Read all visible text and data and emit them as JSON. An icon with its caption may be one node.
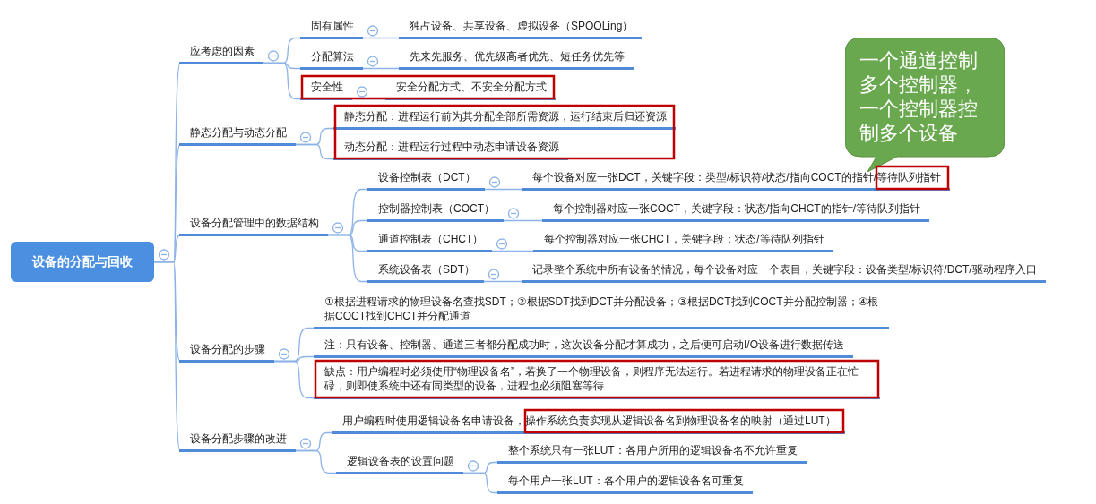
{
  "diagram": {
    "nodes": [
      {
        "text": [
          "设备的分配与回收"
        ]
      },
      {
        "text": [
          "应考虑的因素"
        ]
      },
      {
        "text": [
          "固有属性"
        ]
      },
      {
        "text": [
          "独占设备、共享设备、虚拟设备（SPOOLing）"
        ]
      },
      {
        "text": [
          "分配算法"
        ]
      },
      {
        "text": [
          "先来先服务、优先级高者优先、短任务优先等"
        ]
      },
      {
        "text": [
          "安全性"
        ]
      },
      {
        "text": [
          "安全分配方式、不安全分配方式"
        ]
      },
      {
        "text": [
          "静态分配与动态分配"
        ]
      },
      {
        "text": [
          "静态分配：进程运行前为其分配全部所需资源，运行结束后归还资源"
        ]
      },
      {
        "text": [
          "动态分配：进程运行过程中动态申请设备资源"
        ]
      },
      {
        "text": [
          "设备分配管理中的数据结构"
        ]
      },
      {
        "text": [
          "设备控制表（DCT）"
        ]
      },
      {
        "text": [
          "每个设备对应一张DCT，关键字段：类型/标识符/状态/指向COCT的指针/等待队列指针"
        ]
      },
      {
        "text": [
          "控制器控制表（COCT）"
        ]
      },
      {
        "text": [
          "每个控制器对应一张COCT，关键字段：状态/指向CHCT的指针/等待队列指针"
        ]
      },
      {
        "text": [
          "通道控制表（CHCT）"
        ]
      },
      {
        "text": [
          "每个控制器对应一张CHCT，关键字段：状态/等待队列指针"
        ]
      },
      {
        "text": [
          "系统设备表（SDT）"
        ]
      },
      {
        "text": [
          "记录整个系统中所有设备的情况，每个设备对应一个表目，关键字段：设备类型/标识符/DCT/驱动程序入口"
        ]
      },
      {
        "text": [
          "设备分配的步骤"
        ]
      },
      {
        "text": [
          "①根据进程请求的物理设备名查找SDT；②根据SDT找到DCT并分配设备；③根据DCT找到COCT并分配控制器；④根据COCT找到CHCT并分配通道"
        ]
      },
      {
        "text": [
          "注：只有设备、控制器、通道三者都分配成功时，这次设备分配才算成功，之后便可启动I/O设备进行数据传送"
        ]
      },
      {
        "text": [
          "缺点：用户编程时必须使用“物理设备名”，若换了一个物理设备，则程序无法运行。若进程请求的物理设备正在忙碌，则即使系统中还有同类型的设备，进程也必须阻塞等待"
        ]
      },
      {
        "text": [
          "设备分配步骤的改进"
        ]
      },
      {
        "text": [
          "用户编程时使用逻辑设备名申请设备，操作系统负责实现从逻辑设备名到物理设备名的映射（通过LUT）"
        ]
      },
      {
        "text": [
          "逻辑设备表的设置问题"
        ]
      },
      {
        "text": [
          "整个系统只有一张LUT：各用户所用的逻辑设备名不允许重复"
        ]
      },
      {
        "text": [
          "每个用户一张LUT：各个用户的逻辑设备名可重复"
        ]
      },
      {
        "text": [
          "一个通道控制多个控制器，一个控制器控制多个设备"
        ]
      }
    ],
    "edges": [
      {
        "from": 0,
        "to": 1,
        "arrow": "none"
      },
      {
        "from": 0,
        "to": 8,
        "arrow": "none"
      },
      {
        "from": 0,
        "to": 11,
        "arrow": "none"
      },
      {
        "from": 0,
        "to": 20,
        "arrow": "none"
      },
      {
        "from": 0,
        "to": 24,
        "arrow": "none"
      },
      {
        "from": 1,
        "to": 2,
        "arrow": "none"
      },
      {
        "from": 1,
        "to": 4,
        "arrow": "none"
      },
      {
        "from": 1,
        "to": 6,
        "arrow": "none"
      },
      {
        "from": 2,
        "to": 3,
        "arrow": "none"
      },
      {
        "from": 4,
        "to": 5,
        "arrow": "none"
      },
      {
        "from": 6,
        "to": 7,
        "arrow": "none"
      },
      {
        "from": 8,
        "to": 9,
        "arrow": "none"
      },
      {
        "from": 8,
        "to": 10,
        "arrow": "none"
      },
      {
        "from": 11,
        "to": 12,
        "arrow": "none"
      },
      {
        "from": 11,
        "to": 14,
        "arrow": "none"
      },
      {
        "from": 11,
        "to": 16,
        "arrow": "none"
      },
      {
        "from": 11,
        "to": 18,
        "arrow": "none"
      },
      {
        "from": 12,
        "to": 13,
        "arrow": "none"
      },
      {
        "from": 14,
        "to": 15,
        "arrow": "none"
      },
      {
        "from": 16,
        "to": 17,
        "arrow": "none"
      },
      {
        "from": 18,
        "to": 19,
        "arrow": "none"
      },
      {
        "from": 20,
        "to": 21,
        "arrow": "none"
      },
      {
        "from": 20,
        "to": 22,
        "arrow": "none"
      },
      {
        "from": 20,
        "to": 23,
        "arrow": "none"
      },
      {
        "from": 24,
        "to": 25,
        "arrow": "none"
      },
      {
        "from": 24,
        "to": 26,
        "arrow": "none"
      },
      {
        "from": 26,
        "to": 27,
        "arrow": "none"
      },
      {
        "from": 26,
        "to": 28,
        "arrow": "none"
      }
    ]
  }
}
